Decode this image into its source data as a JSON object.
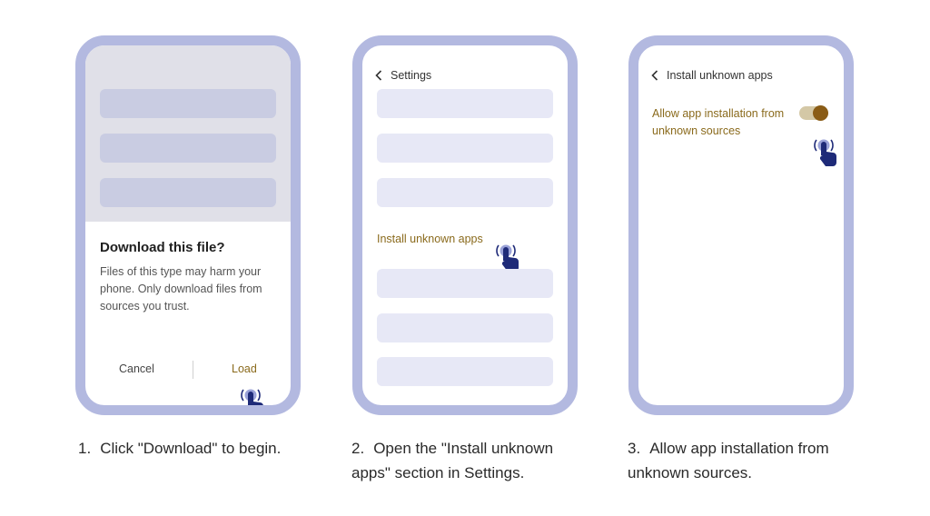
{
  "colors": {
    "frame": "#b3b9e0",
    "accent": "#8a6a1c",
    "hand": "#1e2a78"
  },
  "step1": {
    "dialog_title": "Download this file?",
    "dialog_body": "Files of this type may harm your phone. Only download files from sources you trust.",
    "cancel_label": "Cancel",
    "load_label": "Load",
    "caption_number": "1.",
    "caption_text": "Click \"Download\" to begin."
  },
  "step2": {
    "header": "Settings",
    "install_label": "Install unknown apps",
    "caption_number": "2.",
    "caption_text": "Open the \"Install unknown apps\" section in Settings."
  },
  "step3": {
    "header": "Install unknown apps",
    "allow_label": "Allow app installation from unknown sources",
    "toggle_on": true,
    "caption_number": "3.",
    "caption_text": "Allow app installation from unknown sources."
  },
  "icons": {
    "back": "chevron-left-icon",
    "tap": "tap-hand-icon"
  }
}
